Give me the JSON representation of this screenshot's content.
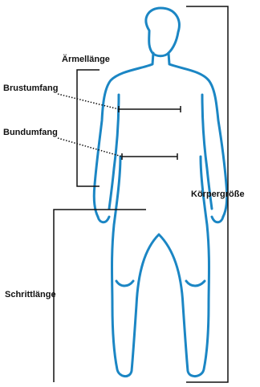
{
  "labels": {
    "sleeve_length": "Ärmellänge",
    "chest": "Brustumfang",
    "waist": "Bundumfang",
    "height": "Körpergröße",
    "inseam": "Schrittlänge"
  },
  "colors": {
    "figure_outline": "#1b86c4",
    "measurement_lines": "#111111",
    "background": "#ffffff"
  }
}
